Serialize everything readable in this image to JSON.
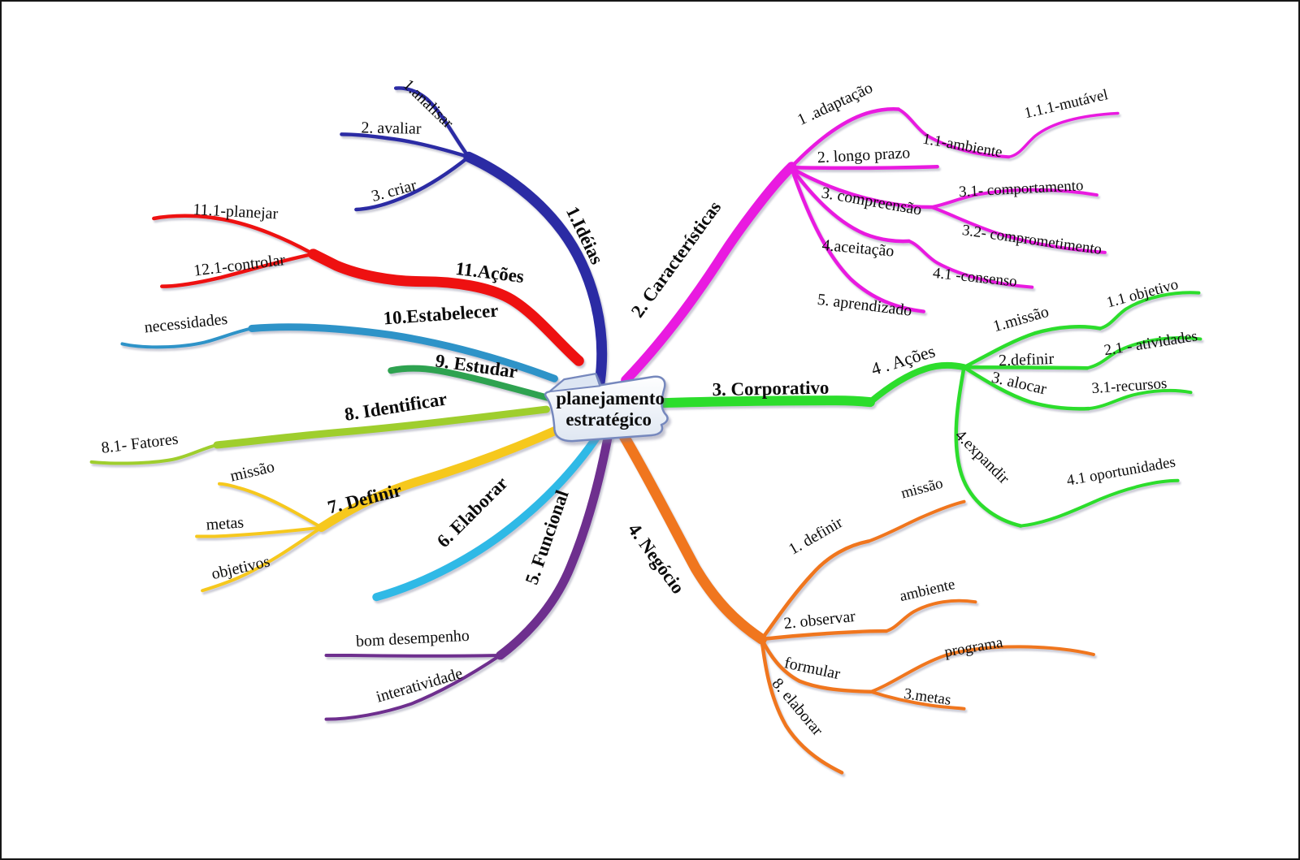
{
  "title": "planejamento estratégico",
  "center": {
    "line1": "planejamento",
    "line2": "estratégico",
    "fill_top": "#ffffff",
    "fill_bottom": "#dfe7f2",
    "border": "#7688bd"
  },
  "branches": {
    "ideias": {
      "label": "1.Idéias",
      "color": "#2b2ba4",
      "children": {
        "analisar": {
          "label": "1.analisar"
        },
        "avaliar": {
          "label": "2. avaliar"
        },
        "criar": {
          "label": "3. criar"
        }
      }
    },
    "caracteristicas": {
      "label": "2. Características",
      "color": "#e91ae0",
      "children": {
        "adaptacao": {
          "label": "1 .adaptação",
          "children": {
            "ambiente": {
              "label": "1.1-ambiente",
              "children": {
                "mutavel": {
                  "label": "1.1.1-mutável"
                }
              }
            }
          }
        },
        "longo_prazo": {
          "label": "2. longo prazo"
        },
        "compreensao": {
          "label": "3. compreensão",
          "children": {
            "comportamento": {
              "label": "3.1- comportamento"
            },
            "comprometimento": {
              "label": "3.2- comprometimento"
            }
          }
        },
        "aceitacao": {
          "label": "4.aceitação",
          "children": {
            "consenso": {
              "label": "4.1 -consenso"
            }
          }
        },
        "aprendizado": {
          "label": "5. aprendizado"
        }
      }
    },
    "corporativo": {
      "label": "3. Corporativo",
      "color": "#2cdd2c",
      "children": {
        "acoes": {
          "label": "4 . Ações",
          "children": {
            "missao": {
              "label": "1.missão",
              "children": {
                "objetivo": {
                  "label": "1.1 objetivo"
                }
              }
            },
            "definir": {
              "label": "2.definir",
              "children": {
                "atividades": {
                  "label": "2.1 - atividades"
                }
              }
            },
            "alocar": {
              "label": "3. alocar",
              "children": {
                "recursos": {
                  "label": "3.1-recursos"
                }
              }
            },
            "expandir": {
              "label": "4.expandir",
              "children": {
                "oportunidades": {
                  "label": "4.1 oportunidades"
                }
              }
            }
          }
        }
      }
    },
    "negocio": {
      "label": "4. Negócio",
      "color": "#f0761e",
      "children": {
        "definir": {
          "label": "1. definir",
          "children": {
            "missao": {
              "label": "missão"
            }
          }
        },
        "observar": {
          "label": "2. observar",
          "children": {
            "ambiente": {
              "label": "ambiente"
            }
          }
        },
        "formular": {
          "label": "formular",
          "children": {
            "programa": {
              "label": "programa"
            },
            "metas": {
              "label": "3.metas"
            }
          }
        },
        "elaborar": {
          "label": "8. elaborar"
        }
      }
    },
    "funcional": {
      "label": "5. Funcional",
      "color": "#6e2f8e",
      "children": {
        "bom_desempenho": {
          "label": "bom desempenho"
        },
        "interatividade": {
          "label": "interatividade"
        }
      }
    },
    "elaborar": {
      "label": "6. Elaborar",
      "color": "#2fb9e6"
    },
    "definir": {
      "label": "7. Definir",
      "color": "#f6c81d",
      "children": {
        "missao": {
          "label": "missão"
        },
        "metas": {
          "label": "metas"
        },
        "objetivos": {
          "label": "objetivos"
        }
      }
    },
    "identificar": {
      "label": "8. Identificar",
      "color": "#9fce2d",
      "children": {
        "fatores": {
          "label": "8.1- Fatores"
        }
      }
    },
    "estudar": {
      "label": "9. Estudar",
      "color": "#2ea250"
    },
    "estabelecer": {
      "label": "10.Estabelecer",
      "color": "#2e93c8",
      "children": {
        "necessidades": {
          "label": "necessidades"
        }
      }
    },
    "acoes": {
      "label": "11.Ações",
      "color": "#ee1111",
      "children": {
        "planejar": {
          "label": "11.1-planejar"
        },
        "controlar": {
          "label": "12.1-controlar"
        }
      }
    }
  }
}
